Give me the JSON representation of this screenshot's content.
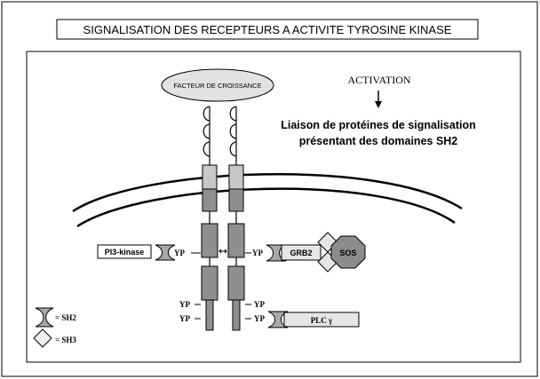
{
  "header": {
    "title": "SIGNALISATION DES RECEPTEURS A ACTIVITE TYROSINE KINASE"
  },
  "diagram": {
    "ligand_label": "FACTEUR DE CROISSANCE",
    "activation_label": "ACTIVATION",
    "activation_desc_line1": "Liaison de protéines de signalisation",
    "activation_desc_line2": "présentant des domaines SH2",
    "left_proteins": {
      "pi3k": "PI3-kinase",
      "yp_top": "YP",
      "yp_low1": "YP",
      "yp_low2": "YP"
    },
    "right_proteins": {
      "yp_top": "YP",
      "grb2": "GRB2",
      "sos": "SOS",
      "yp_low1": "YP",
      "yp_low2": "YP",
      "plc": "PLC γ"
    },
    "legend": {
      "sh2_label": "= SH2",
      "sh3_label": "= SH3"
    }
  },
  "colors": {
    "ligand_fill": "#e2e2e2",
    "receptor_light": "#c8c8c8",
    "receptor_dark": "#8f8f8f",
    "sh2_fill": "#a8a8a8",
    "sos_fill": "#8c8c8c",
    "box_fill": "#e6e6e6",
    "line": "#000000"
  }
}
